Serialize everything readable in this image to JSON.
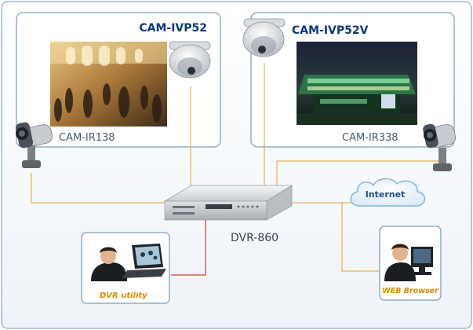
{
  "devices": {
    "cam_ivp52": "CAM-IVP52",
    "cam_ivp52v": "CAM-IVP52V",
    "cam_ir138": "CAM-IR138",
    "cam_ir338": "CAM-IR338",
    "dvr": "DVR-860",
    "internet": "Internet",
    "dvr_utility": "DVR utility",
    "web_browser": "WEB Browser"
  },
  "colors": {
    "frame_border": "#8faec6",
    "title_blue": "#0b3a7a",
    "label_gray": "#4a5a6a",
    "link_orange": "#e8b24a",
    "link_red": "#d23a3a",
    "italic_orange": "#e08a00"
  }
}
